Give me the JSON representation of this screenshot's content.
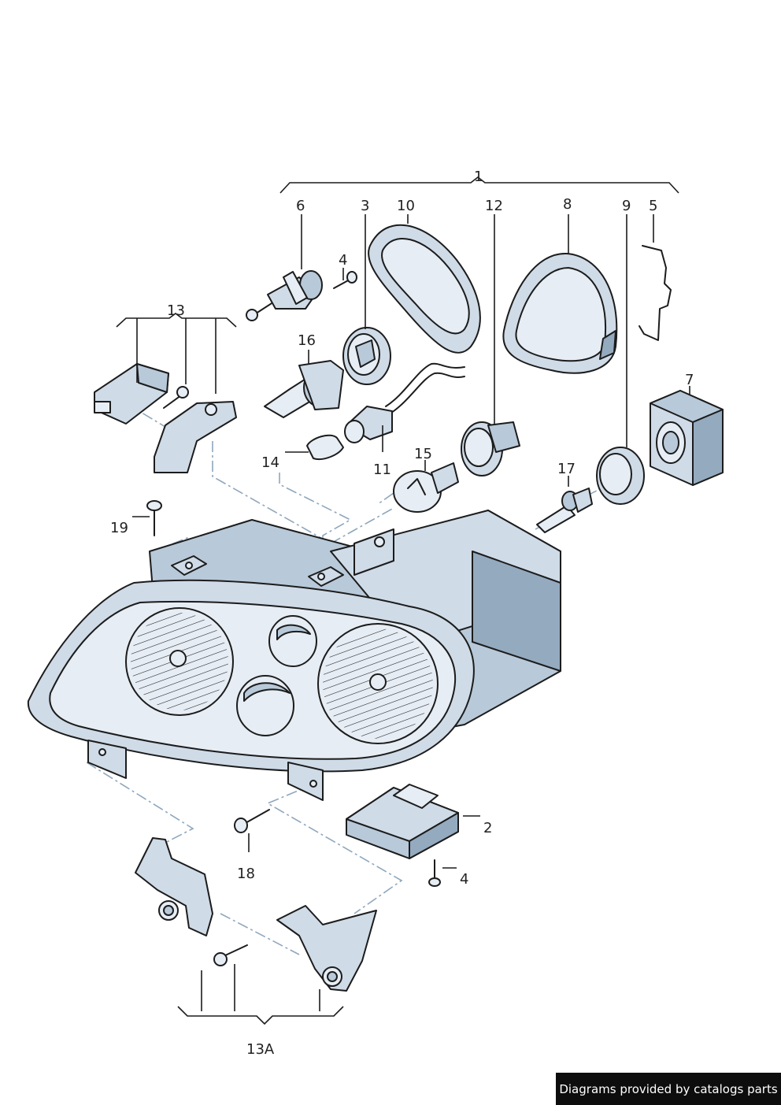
{
  "labels": {
    "l1": "1",
    "l2": "2",
    "l3": "3",
    "l4a": "4",
    "l4b": "4",
    "l5": "5",
    "l6": "6",
    "l7": "7",
    "l8": "8",
    "l9": "9",
    "l10": "10",
    "l11": "11",
    "l12": "12",
    "l13": "13",
    "l13a": "13A",
    "l14": "14",
    "l15": "15",
    "l16": "16",
    "l17": "17",
    "l18": "18",
    "l19": "19"
  },
  "footer": {
    "text": "Diagrams provided by catalogs parts"
  },
  "colors": {
    "part_fill": "#cfdbe7",
    "part_shade": "#94aabf",
    "dash_line": "#8fa7bd",
    "footer_bg": "#0d0d0d"
  }
}
